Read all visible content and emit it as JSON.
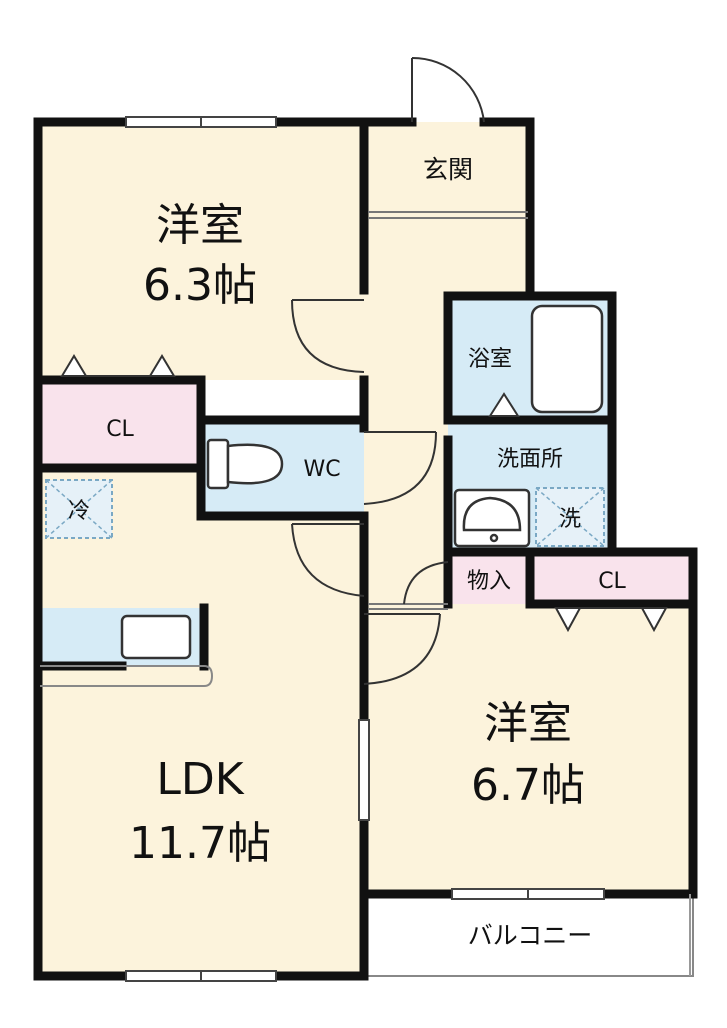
{
  "colors": {
    "room_fill": "#fcf3dc",
    "closet_fill": "#f9e3ec",
    "wet_fill": "#d6ebf6",
    "wall": "#111111",
    "thin_line": "#555555"
  },
  "rooms": {
    "western_room_1": {
      "name": "洋室",
      "size": "6.3帖"
    },
    "western_room_2": {
      "name": "洋室",
      "size": "6.7帖"
    },
    "ldk": {
      "name": "LDK",
      "size": "11.7帖"
    }
  },
  "labels": {
    "entrance": "玄関",
    "bathroom": "浴室",
    "washroom": "洗面所",
    "toilet": "WC",
    "closet_left": "CL",
    "closet_right": "CL",
    "storage": "物入",
    "balcony": "バルコニー",
    "fridge_space": "冷",
    "washer_space": "洗"
  },
  "icons": {
    "fridge": "fridge-space-icon",
    "washer": "washing-machine-space-icon",
    "toilet": "toilet-icon",
    "bathtub": "bathtub-icon",
    "sink": "washbasin-icon",
    "kitchen": "kitchen-sink-icon"
  }
}
